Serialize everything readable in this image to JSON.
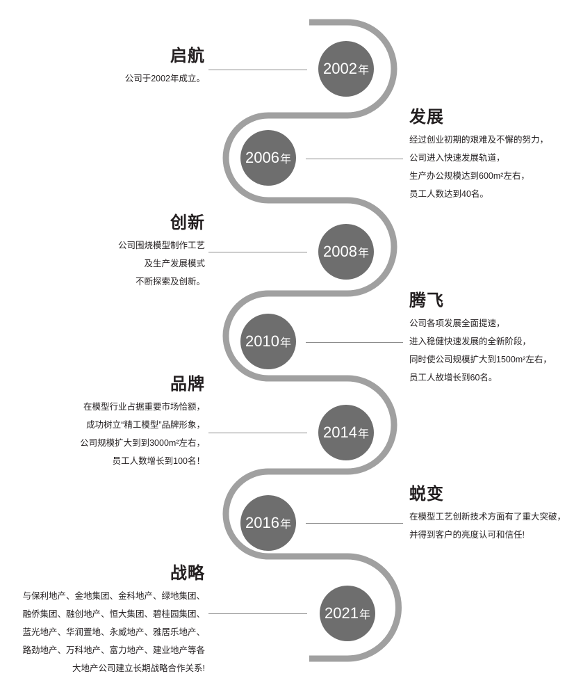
{
  "colors": {
    "ribbon": "#a0a0a0",
    "node_fill": "#6e6e6e",
    "node_text": "#ffffff",
    "connector": "#8c8c8c",
    "text": "#231f20",
    "background": "#ffffff"
  },
  "milestones": [
    {
      "year_num": "2002",
      "year_suffix": "年",
      "side": "left",
      "title": "启航",
      "lines": [
        "公司于2002年成立。"
      ]
    },
    {
      "year_num": "2006",
      "year_suffix": "年",
      "side": "right",
      "title": "发展",
      "lines": [
        "经过创业初期的艰难及不懈的努力，",
        "公司进入快速发展轨道，",
        "生产办公规模达到600m²左右，",
        "员工人数达到40名。"
      ]
    },
    {
      "year_num": "2008",
      "year_suffix": "年",
      "side": "left",
      "title": "创新",
      "lines": [
        "公司围烧模型制作工艺",
        "及生产发展模式",
        "不断探索及创新。"
      ]
    },
    {
      "year_num": "2010",
      "year_suffix": "年",
      "side": "right",
      "title": "腾飞",
      "lines": [
        "公司各项发展全面提速，",
        "进入稳健快速发展的全新阶段，",
        "同时使公司规模扩大到1500m²左右，",
        "员工人故增长到60名。"
      ]
    },
    {
      "year_num": "2014",
      "year_suffix": "年",
      "side": "left",
      "title": "品牌",
      "lines": [
        "在模型行业占据重要市场恰额，",
        "成功树立“精工模型”品牌形象，",
        "公司规模扩大到到3000m²左右，",
        "员工人数增长到100名！"
      ]
    },
    {
      "year_num": "2016",
      "year_suffix": "年",
      "side": "right",
      "title": "蜕变",
      "lines": [
        "在模型工艺创新技术方面有了重大突破，",
        "并得到客户的亮度认可和信任!"
      ]
    },
    {
      "year_num": "2021",
      "year_suffix": "年",
      "side": "left",
      "title": "战略",
      "lines": [
        "与保利地产、金地集团、金科地产、绿地集团、",
        "融侨集团、融创地产、恒大集团、碧桂园集团、",
        "蓝光地产、华润置地、永威地产、雅居乐地产、",
        "路劲地产、万科地产、富力地产、建业地产等各",
        "大地产公司建立长期战略合作关系!"
      ]
    }
  ]
}
